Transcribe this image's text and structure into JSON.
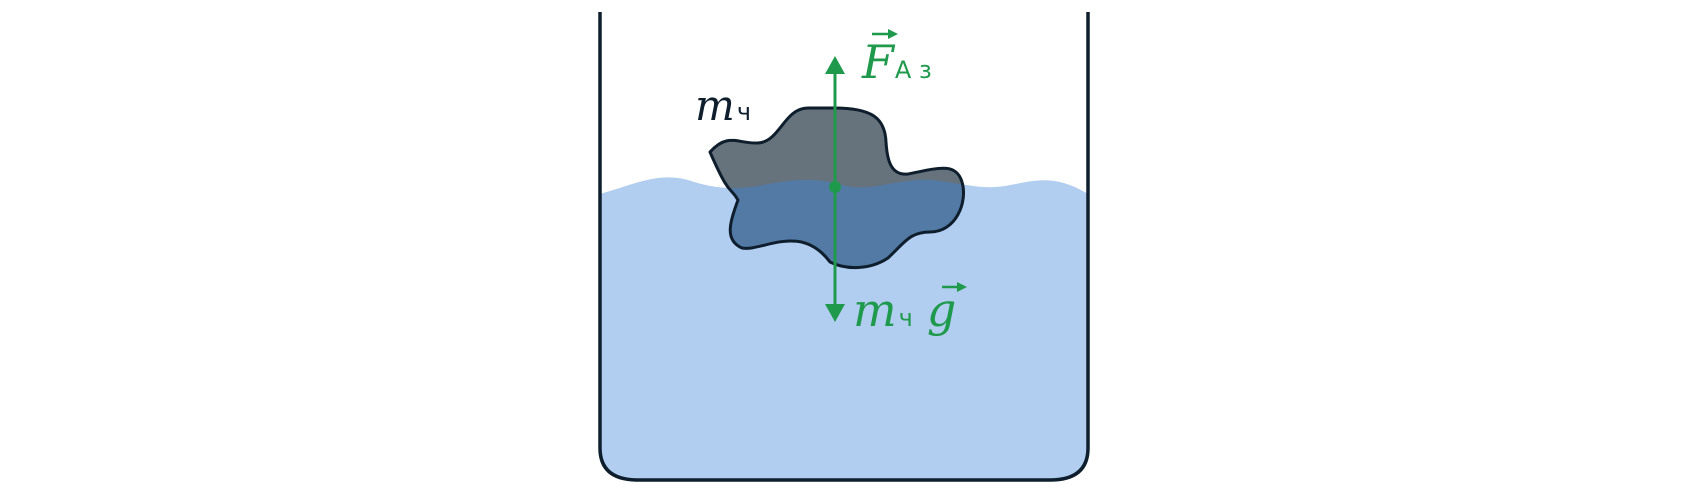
{
  "labels": {
    "body_mass": {
      "symbol": "m",
      "subscript": "ч"
    },
    "archimedes_force": {
      "symbol": "F",
      "subscript": "А з"
    },
    "gravity_force": {
      "mass_symbol": "m",
      "mass_subscript": "ч",
      "g_symbol": "g"
    }
  },
  "colors": {
    "vessel_outline": "#0f1e2d",
    "water": "#b1cdf0",
    "body_above_water": "#67737c",
    "body_in_water": "#527aa5",
    "body_outline": "#0f1e2d",
    "force_vectors": "#1f9a4c"
  }
}
